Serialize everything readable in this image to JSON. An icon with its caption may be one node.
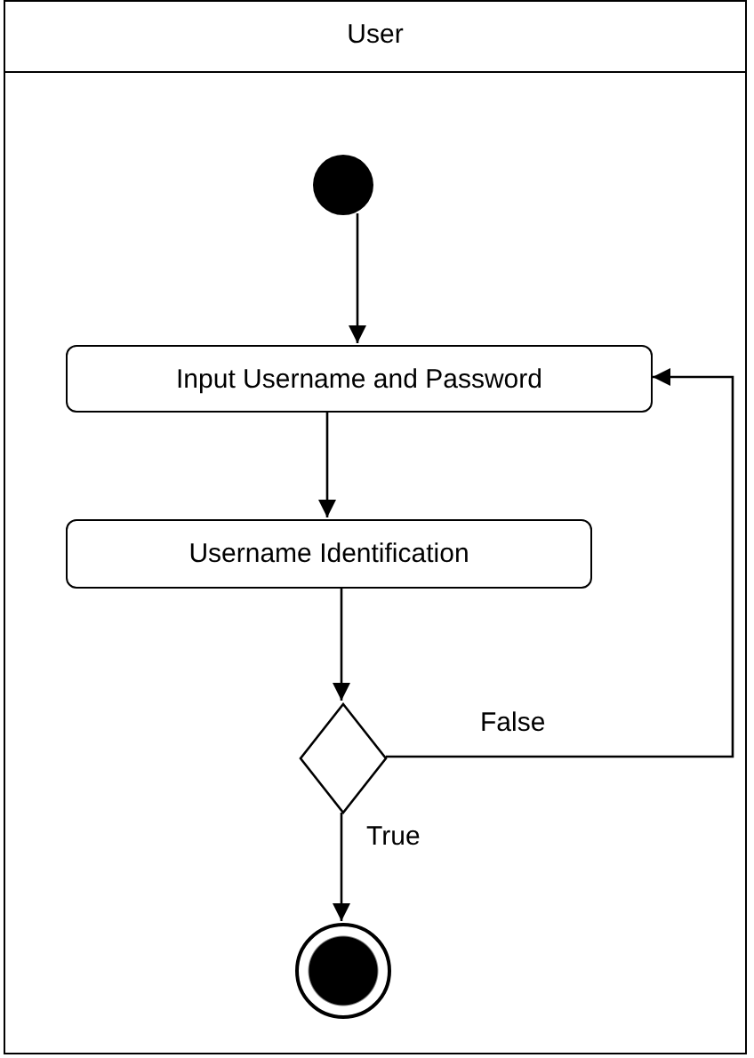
{
  "diagram": {
    "nodes": [
      {
        "text": [
          "User"
        ]
      },
      {
        "text": [],
        "shape": "circle",
        "in": 0
      },
      {
        "text": [
          "Input Username and Password"
        ],
        "in": 0
      },
      {
        "text": [
          "Username Identification"
        ],
        "in": 0
      },
      {
        "text": [],
        "shape": "diamond",
        "in": 0
      },
      {
        "text": [],
        "shape": "circle",
        "in": 0
      }
    ],
    "edges": [
      {
        "from": 1,
        "to": 2,
        "arrow": "to"
      },
      {
        "from": 2,
        "to": 3,
        "arrow": "to"
      },
      {
        "from": 3,
        "to": 4,
        "arrow": "to"
      },
      {
        "from": 4,
        "to": 2,
        "arrow": "to",
        "label": "False"
      },
      {
        "from": 4,
        "to": 5,
        "arrow": "to",
        "label": "True"
      }
    ]
  }
}
